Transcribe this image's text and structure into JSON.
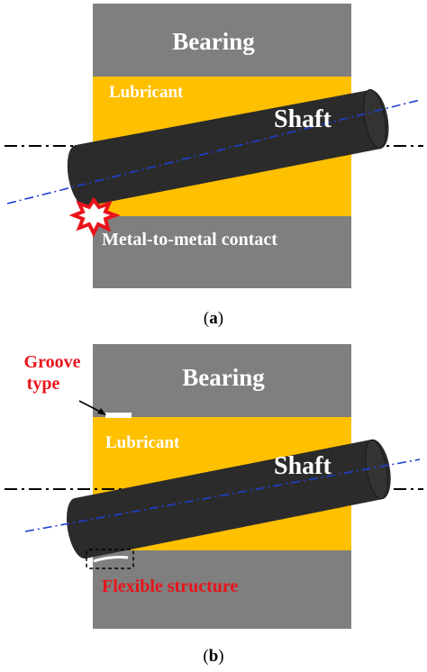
{
  "panel_a": {
    "bearing_label": "Bearing",
    "lubricant_label": "Lubricant",
    "shaft_label": "Shaft",
    "contact_label": "Metal-to-metal contact",
    "caption_open": "(",
    "caption_letter": "a",
    "caption_close": ")"
  },
  "panel_b": {
    "bearing_label": "Bearing",
    "lubricant_label": "Lubricant",
    "shaft_label": "Shaft",
    "groove_label_line1": "Groove",
    "groove_label_line2": "type",
    "flexible_label": "Flexible structure",
    "caption_open": "(",
    "caption_letter": "b",
    "caption_close": ")"
  },
  "colors": {
    "bearing": "#7f7f7f",
    "lubricant": "#ffc000",
    "shaft": "#2b2b2b",
    "axis_line": "#000000",
    "shaft_axis": "#1f3fcf",
    "warning_text": "#e8141b",
    "white_text": "#ffffff"
  }
}
